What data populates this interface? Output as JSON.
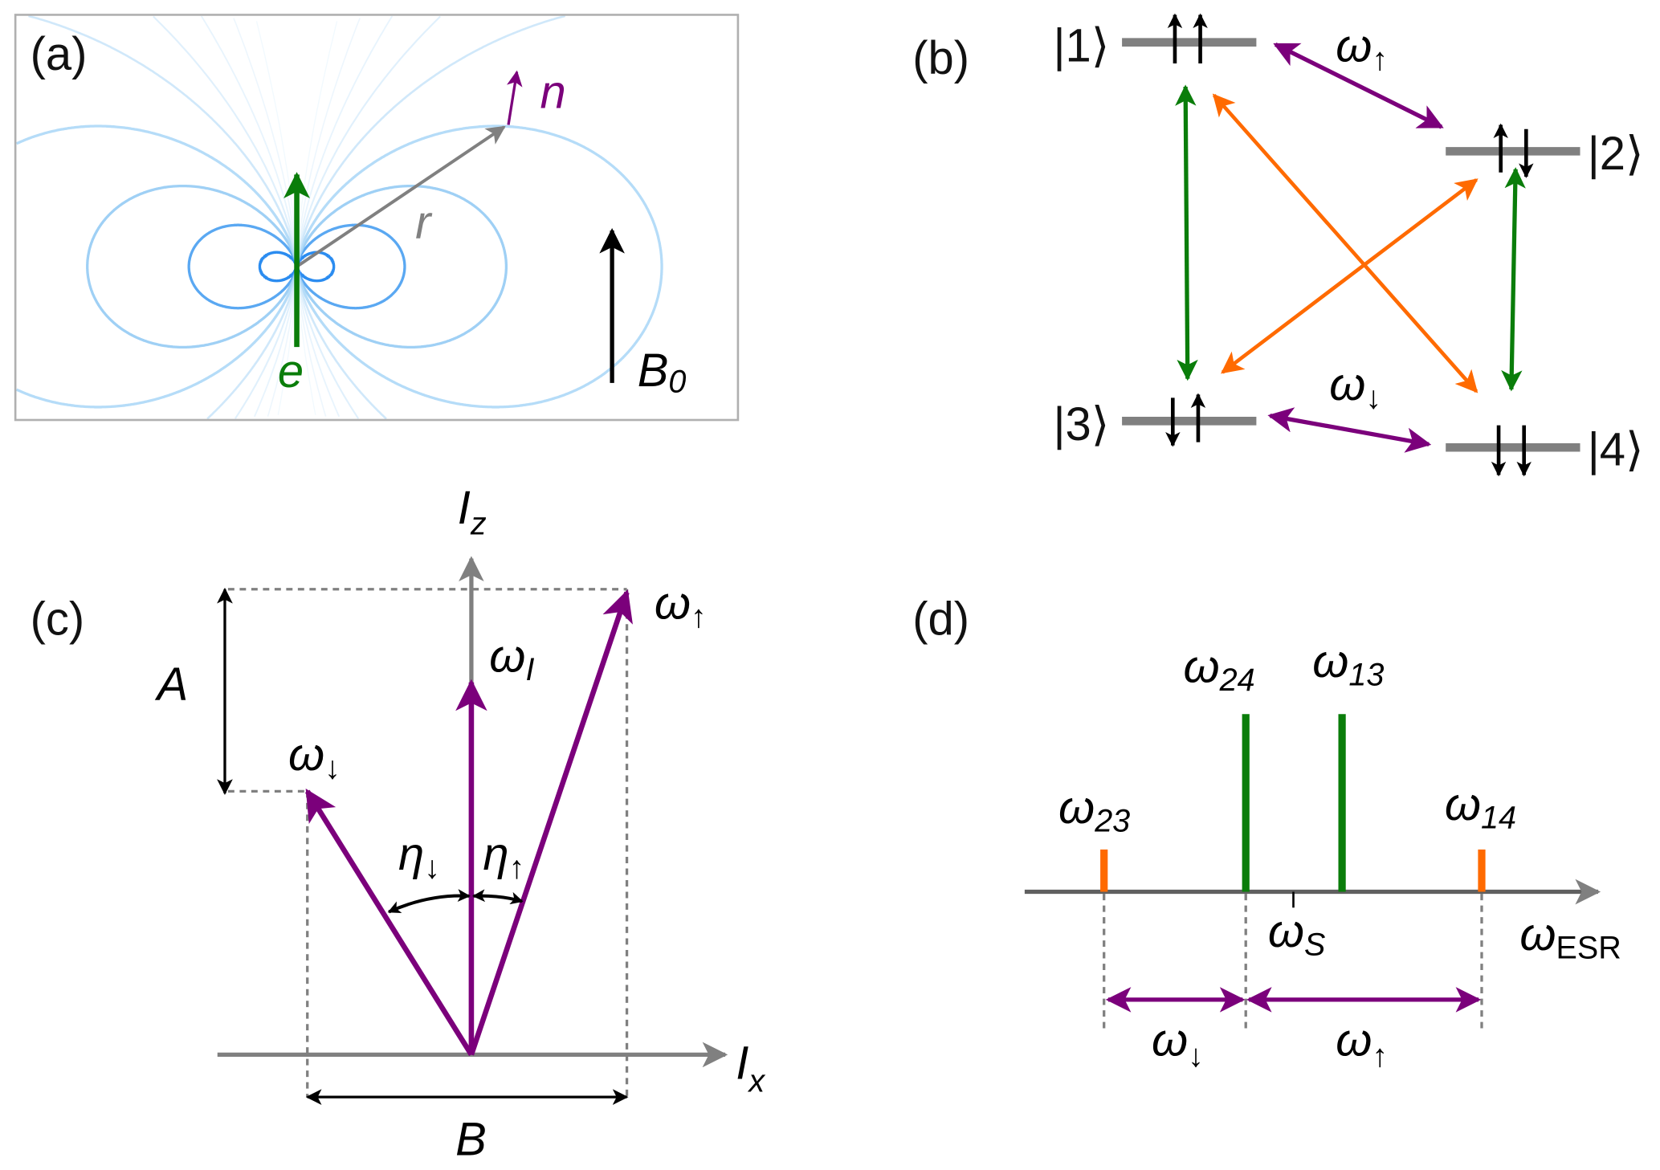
{
  "colors": {
    "green": "#0a7d0a",
    "purple": "#7b007b",
    "orange": "#ff6a00",
    "gray": "#808080",
    "field": "#9fd0f5",
    "field_inner": "#2b8cf0"
  },
  "panel_a": {
    "label": "(a)",
    "n": "n",
    "r": "r",
    "e": "e",
    "B": "B",
    "B_sub": "0"
  },
  "panel_b": {
    "label": "(b)",
    "state1": "|1⟩",
    "state2": "|2⟩",
    "state3": "|3⟩",
    "state4": "|4⟩",
    "w_up": "ω",
    "w_up_sub": "↑",
    "w_down": "ω",
    "w_down_sub": "↓"
  },
  "panel_c": {
    "label": "(c)",
    "Iz": "I",
    "Iz_sub": "z",
    "Ix": "I",
    "Ix_sub": "x",
    "A": "A",
    "B": "B",
    "wI": "ω",
    "wI_sub": "I",
    "w_up": "ω",
    "w_up_sub": "↑",
    "w_down": "ω",
    "w_down_sub": "↓",
    "eta_down": "η",
    "eta_down_sub": "↓",
    "eta_up": "η",
    "eta_up_sub": "↑"
  },
  "panel_d": {
    "label": "(d)",
    "w24": "ω",
    "w24_sub": "24",
    "w13": "ω",
    "w13_sub": "13",
    "w23": "ω",
    "w23_sub": "23",
    "w14": "ω",
    "w14_sub": "14",
    "wS": "ω",
    "wS_sub": "S",
    "wESR": "ω",
    "wESR_sub": "ESR",
    "w_down": "ω",
    "w_down_sub": "↓",
    "w_up": "ω",
    "w_up_sub": "↑"
  }
}
